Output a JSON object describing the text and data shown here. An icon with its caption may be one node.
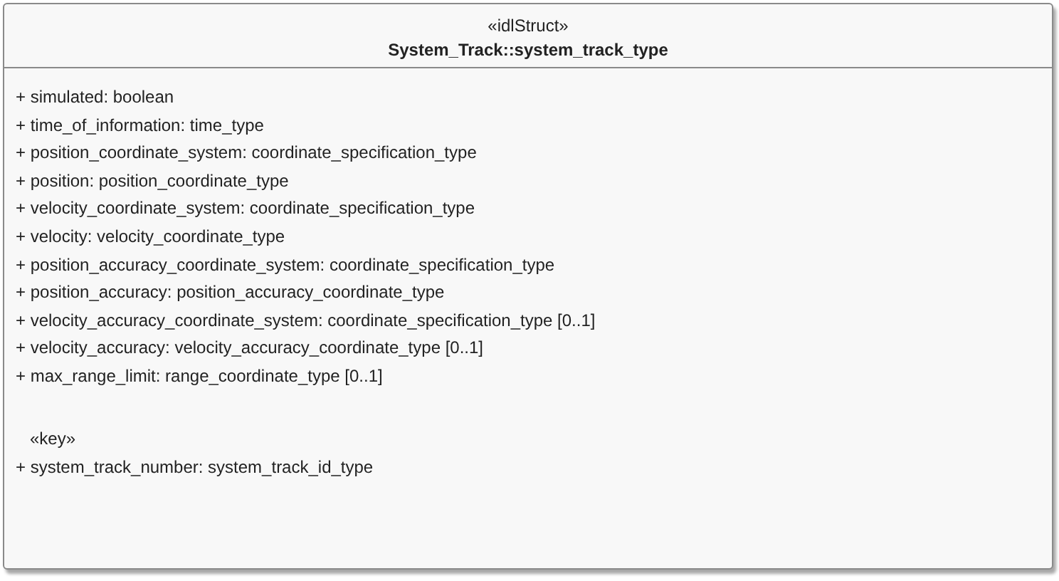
{
  "diagram": {
    "nodes": [
      {
        "text": [
          "«idlStruct»",
          "System_Track::system_track_type",
          "+ simulated: boolean",
          "+ time_of_information: time_type",
          "+ position_coordinate_system: coordinate_specification_type",
          "+ position: position_coordinate_type",
          "+ velocity_coordinate_system: coordinate_specification_type",
          "+ velocity: velocity_coordinate_type",
          "+ position_accuracy_coordinate_system: coordinate_specification_type",
          "+ position_accuracy: position_accuracy_coordinate_type",
          "+ velocity_accuracy_coordinate_system: coordinate_specification_type [0..1]",
          "+ velocity_accuracy: velocity_accuracy_coordinate_type [0..1]",
          "+ max_range_limit: range_coordinate_type [0..1]",
          "«key»",
          "+ system_track_number: system_track_id_type"
        ]
      }
    ]
  }
}
